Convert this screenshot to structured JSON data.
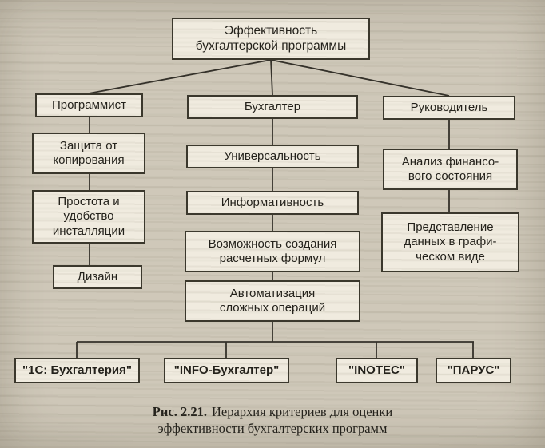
{
  "page": {
    "background": "#cfc8b9",
    "box_fill": "#f0ebdf",
    "line_color": "#34312a",
    "text_color": "#23211b"
  },
  "diagram": {
    "root": "Эффективность\nбухгалтерской программы",
    "branches": [
      {
        "label": "Программист",
        "children": [
          "Защита от\nкопирования",
          "Простота и\nудобство\nинсталляции",
          "Дизайн"
        ]
      },
      {
        "label": "Бухгалтер",
        "children": [
          "Универсальность",
          "Информативность",
          "Возможность создания\nрасчетных формул",
          "Автоматизация\nсложных операций"
        ]
      },
      {
        "label": "Руководитель",
        "children": [
          "Анализ финансо-\nвого состояния",
          "Представление\nданных в графи-\nческом виде"
        ]
      }
    ],
    "products": [
      "\"1С: Бухгалтерия\"",
      "\"INFO-Бухгалтер\"",
      "\"INOTEC\"",
      "\"ПАРУС\""
    ]
  },
  "caption": {
    "prefix": "Рис. 2.21.",
    "text": "Иерархия критериев для оценки\nэффективности бухгалтерских программ"
  }
}
